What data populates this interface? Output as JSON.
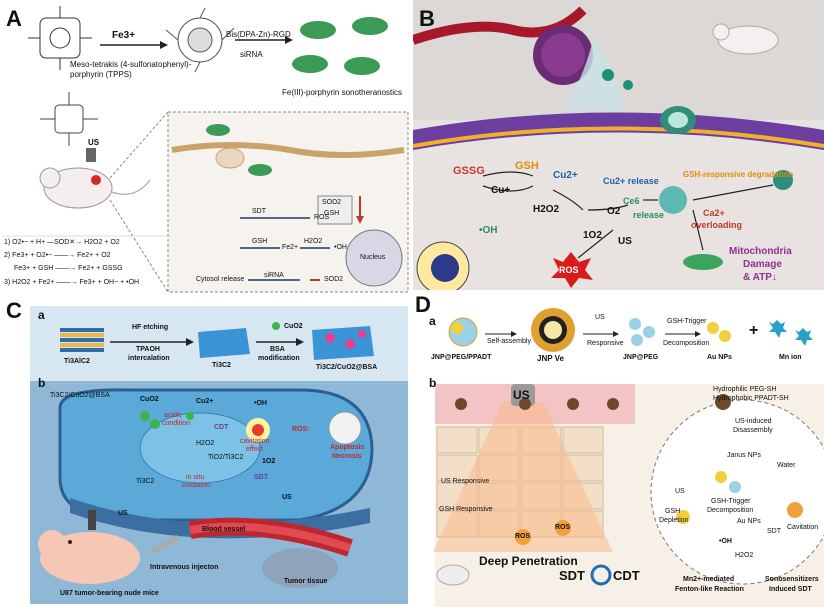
{
  "panelA": {
    "label": "A",
    "fe3": "Fe3+",
    "bis": "Bis(DPA-Zn)-RGD",
    "sirna": "siRNA",
    "tpps1": "Meso-tetrakis (4-sulfonatophenyl)-",
    "tpps2": "porphyrin (TPPS)",
    "product": "Fe(III)-porphyrin sonotheranostics",
    "us": "US",
    "sod2": "SOD2",
    "gsh": "GSH",
    "sdt": "SDT",
    "ros": "ROS",
    "gsh2": "GSH",
    "fe2": "Fe2+",
    "h2o2": "H2O2",
    "oh": "•OH",
    "cytosol": "Cytosol release",
    "sirna2": "siRNA",
    "sod2b": "SOD2",
    "nucleus": "Nucleus",
    "eq1": "1) O2•− + H+ —SOD✕→ H2O2 + O2",
    "eq2": "2) Fe3+ + O2•− ——→ Fe2+ + O2",
    "eq2b": "Fe3+ + GSH ——→ Fe2+ + GSSG",
    "eq3": "3) H2O2 + Fe2+ ——→ Fe3+ + OH− + •OH"
  },
  "panelB": {
    "label": "B",
    "gssg": "GSSG",
    "gsh": "GSH",
    "cu2": "Cu2+",
    "cu": "Cu+",
    "h2o2": "H2O2",
    "o2": "O2",
    "cu2rel": "Cu2+ release",
    "ce6": "Ce6",
    "release": "release",
    "oh": "•OH",
    "o2s": "1O2",
    "us": "US",
    "ros": "ROS",
    "gshdeg": "GSH-responsive degradation",
    "ca": "Ca2+",
    "overloading": "overloading",
    "mito1": "Mitochondria",
    "mito2": "Damage",
    "mito3": "& ATP↓"
  },
  "panelC": {
    "label": "C",
    "sub_a": "a",
    "sub_b": "b",
    "ti3alc2": "Ti3AlC2",
    "hf": "HF etching",
    "tpaoh": "TPAOH",
    "intercalation": "intercalation",
    "ti3c2": "Ti3C2",
    "cuo2": "CuO2",
    "bsa": "BSA",
    "modification": "modification",
    "composite": "Ti3C2/CuO2@BSA",
    "composite2": "Ti3C2/CuO2@BSA",
    "cuo2b": "CuO2",
    "cu2": "Cu2+",
    "acidic": "acidic",
    "condition": "condition",
    "oh": "•OH",
    "cdt": "CDT",
    "cavitation": "cavitation",
    "effect": "effect",
    "ros": "ROS↑",
    "apoptosis": "Apoptosis",
    "necrosis": "Necrosis",
    "h2o2": "H2O2",
    "tio2": "TiO2/Ti3C2",
    "o2s": "1O2",
    "insitu": "in situ",
    "oxidation": "oxidation",
    "sdt": "SDT",
    "ti3c2b": "Ti3C2",
    "us": "US",
    "us2": "US",
    "vessel": "Blood vessel",
    "iv": "Intravenous injecton",
    "tumor": "Tumor tissue",
    "mice": "U87 tumor-bearing nude mice"
  },
  "panelD": {
    "label": "D",
    "sub_a": "a",
    "sub_b": "b",
    "jnp": "JNP@PEG/PPADT",
    "self": "Self-assembly",
    "ve": "JNP Ve",
    "usr1": "US",
    "usr2": "Responsive",
    "jnppeg": "JNP@PEG",
    "gsht1": "GSH-Trigger",
    "gsht2": "Decomposition",
    "au": "Au NPs",
    "plus": "+",
    "mn": "Mn ion",
    "us": "US",
    "legend1": "Hydrophilic PEG-SH",
    "legend2": "Hydrophobic PPADT-SH",
    "usresp": "US Responsive",
    "gshresp": "GSH Responsive",
    "ros": "ROS",
    "ros2": "ROS",
    "deep": "Deep Penetration",
    "sdt": "SDT",
    "cdt": "CDT",
    "usind1": "US-induced",
    "usind2": "Disassembly",
    "janus": "Janus NPs",
    "water": "Water",
    "us2": "US",
    "gsht3": "GSH-Trigger",
    "gsht4": "Decomposition",
    "gshdep1": "GSH",
    "gshdep2": "Depletion",
    "aunps": "Au NPs",
    "sdt2": "SDT",
    "cav": "Cavitation",
    "oh": "•OH",
    "h2o2": "H2O2",
    "mn2a": "Mn2+-mediated",
    "mn2b": "Fenton-like Reaction",
    "sono1": "Sonosensitizers",
    "sono2": "Induced SDT"
  }
}
